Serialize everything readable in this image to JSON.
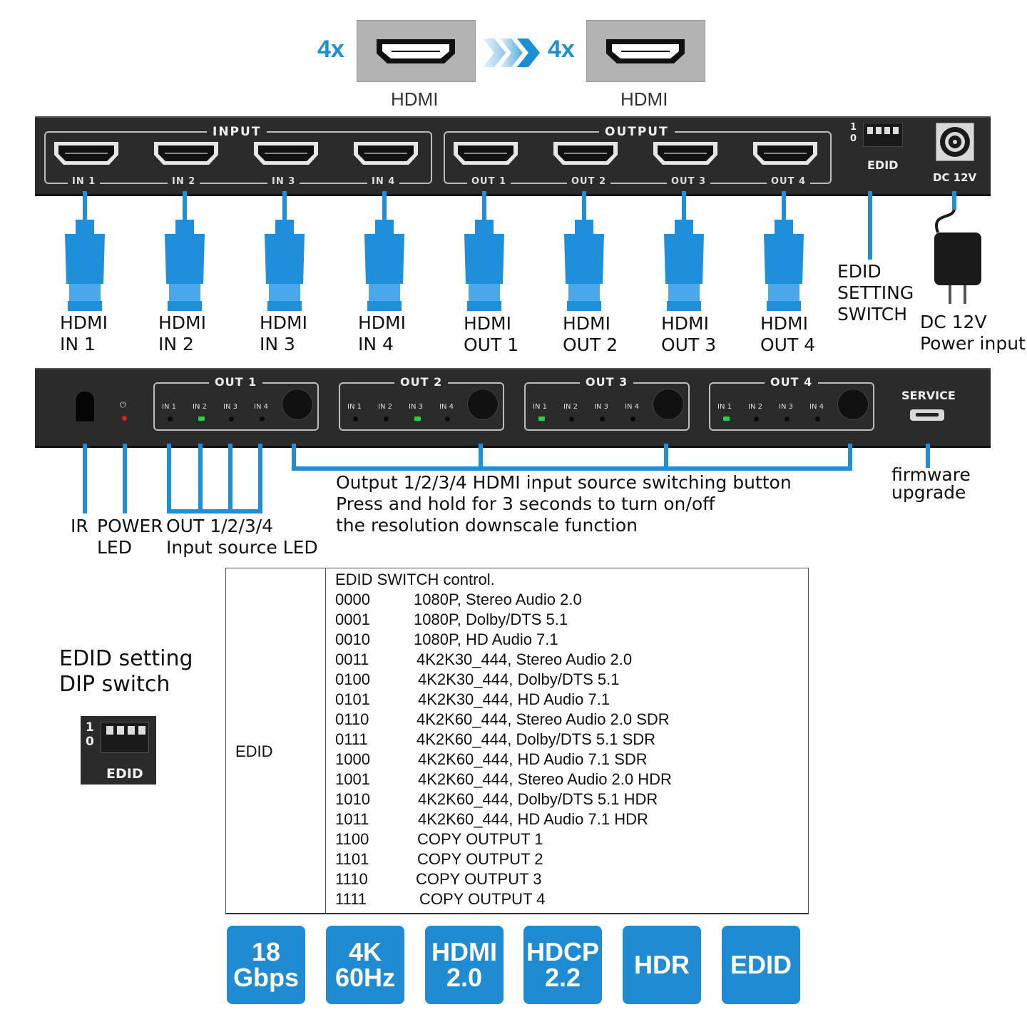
{
  "header": {
    "left_count": "4x",
    "right_count": "4x",
    "left_caption": "HDMI",
    "right_caption": "HDMI"
  },
  "rear_panel": {
    "input_title": "INPUT",
    "output_title": "OUTPUT",
    "inputs": [
      "IN 1",
      "IN 2",
      "IN 3",
      "IN 4"
    ],
    "outputs": [
      "OUT 1",
      "OUT 2",
      "OUT 3",
      "OUT 4"
    ],
    "dip_top": "1",
    "dip_bottom": "0",
    "edid_label": "EDID",
    "dc_label": "DC  12V"
  },
  "cable_labels": [
    {
      "line1": "HDMI",
      "line2": "IN 1"
    },
    {
      "line1": "HDMI",
      "line2": "IN 2"
    },
    {
      "line1": "HDMI",
      "line2": "IN 3"
    },
    {
      "line1": "HDMI",
      "line2": "IN 4"
    },
    {
      "line1": "HDMI",
      "line2": "OUT 1"
    },
    {
      "line1": "HDMI",
      "line2": "OUT 2"
    },
    {
      "line1": "HDMI",
      "line2": "OUT 3"
    },
    {
      "line1": "HDMI",
      "line2": "OUT 4"
    }
  ],
  "edid_switch_label": {
    "line1": "EDID",
    "line2": "SETTING",
    "line3": "SWITCH"
  },
  "power_label": {
    "line1": "DC 12V",
    "line2": "Power input"
  },
  "front_panel": {
    "groups": [
      {
        "title": "OUT 1",
        "ins": [
          "IN 1",
          "IN 2",
          "IN 3",
          "IN 4"
        ],
        "active": 1
      },
      {
        "title": "OUT 2",
        "ins": [
          "IN 1",
          "IN 2",
          "IN 3",
          "IN 4"
        ],
        "active": 2
      },
      {
        "title": "OUT 3",
        "ins": [
          "IN 1",
          "IN 2",
          "IN 3",
          "IN 4"
        ],
        "active": 0
      },
      {
        "title": "OUT 4",
        "ins": [
          "IN 1",
          "IN 2",
          "IN 3",
          "IN 4"
        ],
        "active": 0
      }
    ],
    "service_label": "SERVICE",
    "power_led_symbol": "⏻"
  },
  "front_labels": {
    "ir": "IR",
    "power_led_1": "POWER",
    "power_led_2": "LED",
    "source_led_1": "OUT 1/2/3/4",
    "source_led_2": "Input source LED",
    "button_1": "Output 1/2/3/4 HDMI input source switching button",
    "button_2": "Press and hold for 3 seconds to turn on/off",
    "button_3": "the resolution downscale function",
    "firmware_1": "firmware",
    "firmware_2": "upgrade"
  },
  "dip_legend": {
    "title_1": "EDID setting",
    "title_2": "DIP switch",
    "top": "1",
    "bottom": "0",
    "edid": "EDID"
  },
  "edid_table": {
    "row_label": "EDID",
    "heading": "EDID SWITCH control.",
    "rows": [
      {
        "code": "0000",
        "desc": "1080P, Stereo Audio 2.0"
      },
      {
        "code": "0001",
        "desc": "1080P, Dolby/DTS 5.1"
      },
      {
        "code": "0010",
        "desc": "1080P, HD Audio 7.1"
      },
      {
        "code": "0011",
        "desc": "4K2K30_444, Stereo Audio 2.0"
      },
      {
        "code": "0100",
        "desc": "4K2K30_444, Dolby/DTS 5.1"
      },
      {
        "code": "0101",
        "desc": "4K2K30_444, HD Audio 7.1"
      },
      {
        "code": "0110",
        "desc": "4K2K60_444, Stereo Audio 2.0 SDR"
      },
      {
        "code": "0111",
        "desc": "4K2K60_444, Dolby/DTS 5.1 SDR"
      },
      {
        "code": "1000",
        "desc": "4K2K60_444, HD Audio 7.1 SDR"
      },
      {
        "code": "1001",
        "desc": "4K2K60_444, Stereo Audio 2.0 HDR"
      },
      {
        "code": "1010",
        "desc": "4K2K60_444, Dolby/DTS 5.1 HDR"
      },
      {
        "code": "1011",
        "desc": "4K2K60_444, HD Audio 7.1 HDR"
      },
      {
        "code": "1100",
        "desc": "COPY OUTPUT 1"
      },
      {
        "code": "1101",
        "desc": "COPY OUTPUT 2"
      },
      {
        "code": "1110",
        "desc": "COPY OUTPUT 3"
      },
      {
        "code": "1111",
        "desc": "COPY OUTPUT 4"
      }
    ]
  },
  "badges": [
    {
      "line1": "18",
      "line2": "Gbps"
    },
    {
      "line1": "4K",
      "line2": "60Hz"
    },
    {
      "line1": "HDMI",
      "line2": "2.0"
    },
    {
      "line1": "HDCP",
      "line2": "2.2"
    },
    {
      "line1": "HDR",
      "line2": ""
    },
    {
      "line1": "EDID",
      "line2": ""
    }
  ],
  "colors": {
    "accent_blue": "#1a8fd6",
    "cable_blue": "#1f8fdb",
    "panel": "#2b2b2b",
    "led_green": "#29d13a",
    "led_red": "#e02020",
    "badge_blue": "#1e8bd3"
  }
}
